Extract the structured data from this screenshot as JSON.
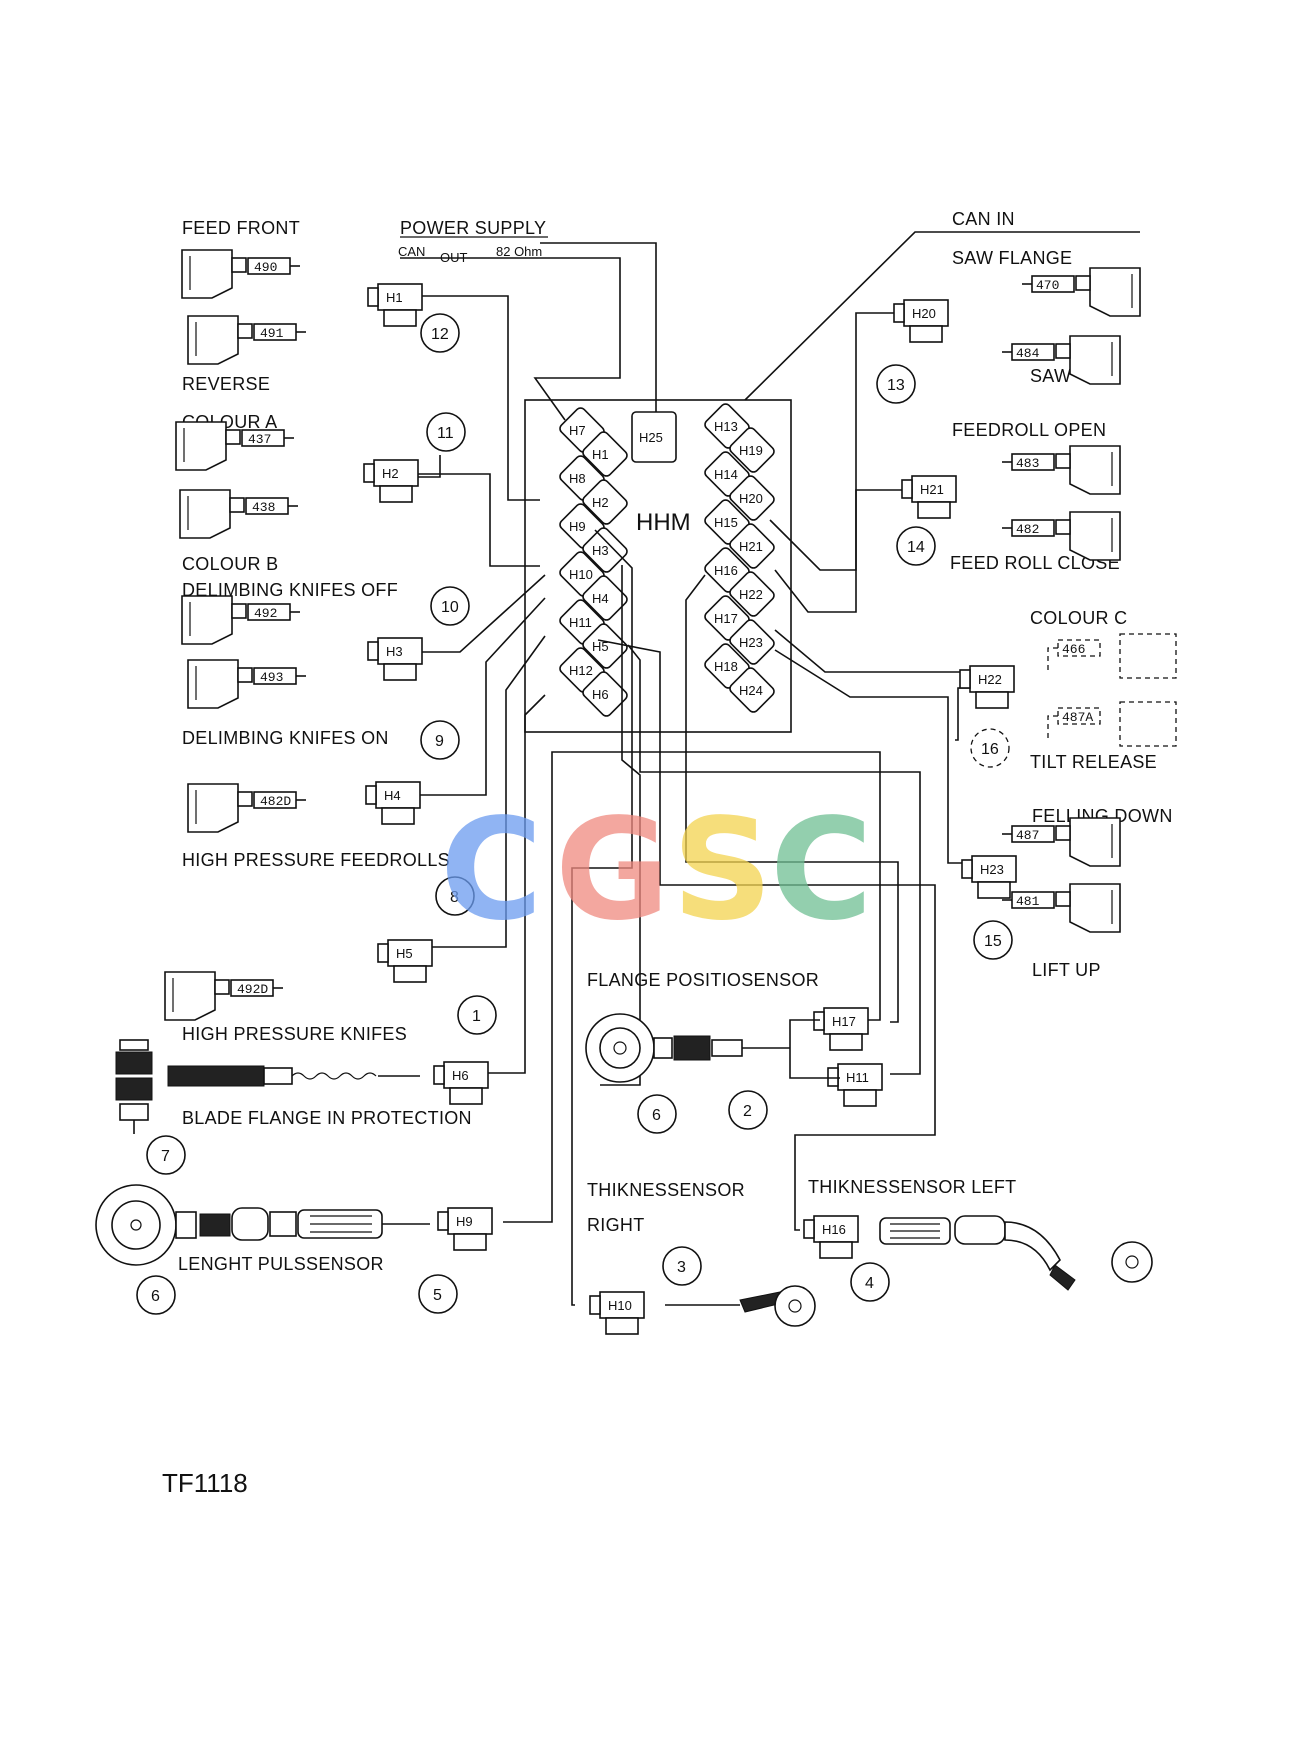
{
  "title": "HHM",
  "figure_code": "TF1118",
  "watermark": {
    "letters": [
      "C",
      "G",
      "S",
      "C"
    ],
    "colors": [
      "#6b9cf0",
      "#f08a80",
      "#f3d34f",
      "#6fbf93"
    ]
  },
  "labels": {
    "feed_front": "FEED FRONT",
    "reverse": "REVERSE",
    "power_supply": "POWER SUPPLY",
    "can": "CAN",
    "out": "OUT",
    "ohm": "82  Ohm",
    "colour_a": "COLOUR A",
    "colour_b": "COLOUR B",
    "delimbing_off": "DELIMBING KNIFES OFF",
    "delimbing_on": "DELIMBING KNIFES ON",
    "hp_feedrolls": "HIGH PRESSURE FEEDROLLS",
    "hp_knifes": "HIGH PRESSURE KNIFES",
    "blade_flange": "BLADE FLANGE IN PROTECTION",
    "length_pulse": "LENGHT PULSSENSOR",
    "can_in": "CAN IN",
    "saw_flange": "SAW FLANGE",
    "saw": "SAW",
    "feedroll_open": "FEEDROLL OPEN",
    "feedroll_close": "FEED ROLL CLOSE",
    "colour_c": "COLOUR C",
    "tilt_release": "TILT RELEASE",
    "felling_down": "FELLING DOWN",
    "lift_up": "LIFT UP",
    "flange_sensor": "FLANGE POSITIOSENSOR",
    "thick_right_1": "THIKNESSENSOR",
    "thick_right_2": "RIGHT",
    "thick_left": "THIKNESSENSOR LEFT"
  },
  "hhm_ports_left": [
    "H7",
    "H1",
    "H8",
    "H2",
    "H9",
    "H3",
    "H10",
    "H4",
    "H11",
    "H5",
    "H12",
    "H6"
  ],
  "hhm_ports_right": [
    "H13",
    "H19",
    "H14",
    "H20",
    "H15",
    "H21",
    "H16",
    "H22",
    "H17",
    "H23",
    "H18",
    "H24"
  ],
  "hhm_center_port": "H25",
  "connectors": {
    "c_h1": "H1",
    "c_h2": "H2",
    "c_h3": "H3",
    "c_h4": "H4",
    "c_h5": "H5",
    "c_h6": "H6",
    "c_h9": "H9",
    "c_h10": "H10",
    "c_h11": "H11",
    "c_h16": "H16",
    "c_h17": "H17",
    "c_h20": "H20",
    "c_h21": "H21",
    "c_h22": "H22",
    "c_h23": "H23"
  },
  "valve_tags": {
    "t490": "490",
    "t491": "491",
    "t437": "437",
    "t438": "438",
    "t492": "492",
    "t493": "493",
    "t482d": "482D",
    "t492d": "492D",
    "t470": "470",
    "t484": "484",
    "t483": "483",
    "t482": "482",
    "t466": "466",
    "t487a": "487A",
    "t487": "487",
    "t481": "481"
  },
  "callouts": {
    "n12": "12",
    "n11": "11",
    "n10": "10",
    "n9": "9",
    "n8": "8",
    "n1": "1",
    "n7": "7",
    "n6a": "6",
    "n5": "5",
    "n13": "13",
    "n14": "14",
    "n16": "16",
    "n15": "15",
    "n6b": "6",
    "n2": "2",
    "n3": "3",
    "n4": "4"
  }
}
